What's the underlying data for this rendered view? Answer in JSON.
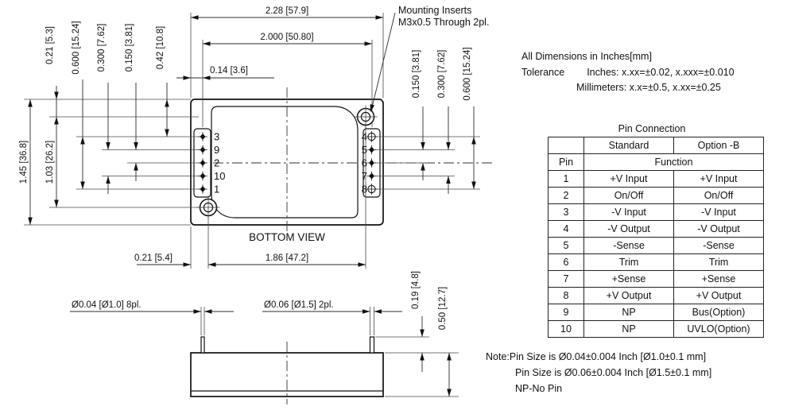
{
  "annotations": {
    "mounting_line1": "Mounting Inserts",
    "mounting_line2": "M3x0.5 Through 2pl.",
    "bottom_view_label": "BOTTOM VIEW"
  },
  "dims": {
    "outer_width": "2.28 [57.9]",
    "pin_span_h": "2.000 [50.80]",
    "edge_to_pin": "0.14 [3.6]",
    "edge_to_hole_top": "0.21 [5.3]",
    "pin_span_v_left": "0.600 [15.24]",
    "pin_pitch2_left": "0.300 [7.62]",
    "pin_pitch_left": "0.150 [3.81]",
    "top_to_pin": "0.42 [10.8]",
    "body_height": "1.45 [36.8]",
    "hole_span_v": "1.03 [26.2]",
    "pin_pitch_right": "0.150 [3.81]",
    "pin_pitch2_right": "0.300 [7.62]",
    "pin_span_v_right": "0.600 [15.24]",
    "edge_to_hole_bottom": "0.21 [5.4]",
    "hole_span_h": "1.86 [47.2]",
    "pin_dia_small": "Ø0.04 [Ø1.0] 8pl.",
    "pin_dia_large": "Ø0.06 [Ø1.5] 2pl.",
    "pin_height": "0.19 [4.8]",
    "body_thickness": "0.50 [12.7]"
  },
  "pins": {
    "left": [
      "3",
      "9",
      "2",
      "10",
      "1"
    ],
    "right": [
      "4",
      "5",
      "6",
      "7",
      "8"
    ]
  },
  "tolerance": {
    "line1": "All Dimensions in Inches[mm]",
    "line2_label": "Tolerance",
    "line2_text": "Inches: x.xx=±0.02, x.xxx=±0.010",
    "line3": "Millimeters: x.x=±0.5, x.xx=±0.25"
  },
  "pin_table": {
    "title": "Pin Connection",
    "corner": "",
    "col_standard": "Standard",
    "col_option": "Option -B",
    "row2_pin": "Pin",
    "row2_function": "Function",
    "rows": [
      {
        "pin": "1",
        "standard": "+V Input",
        "option_b": "+V Input"
      },
      {
        "pin": "2",
        "standard": "On/Off",
        "option_b": "On/Off"
      },
      {
        "pin": "3",
        "standard": "-V Input",
        "option_b": "-V Input"
      },
      {
        "pin": "4",
        "standard": "-V Output",
        "option_b": "-V Output"
      },
      {
        "pin": "5",
        "standard": "-Sense",
        "option_b": "-Sense"
      },
      {
        "pin": "6",
        "standard": "Trim",
        "option_b": "Trim"
      },
      {
        "pin": "7",
        "standard": "+Sense",
        "option_b": "+Sense"
      },
      {
        "pin": "8",
        "standard": "+V Output",
        "option_b": "+V Output"
      },
      {
        "pin": "9",
        "standard": "NP",
        "option_b": "Bus(Option)"
      },
      {
        "pin": "10",
        "standard": "NP",
        "option_b": "UVLO(Option)"
      }
    ]
  },
  "notes": {
    "line1": "Note:Pin Size is Ø0.04±0.004 Inch [Ø1.0±0.1 mm]",
    "line2": "Pin Size is Ø0.06±0.004 Inch [Ø1.5±0.1 mm]",
    "line3": "NP-No Pin"
  }
}
